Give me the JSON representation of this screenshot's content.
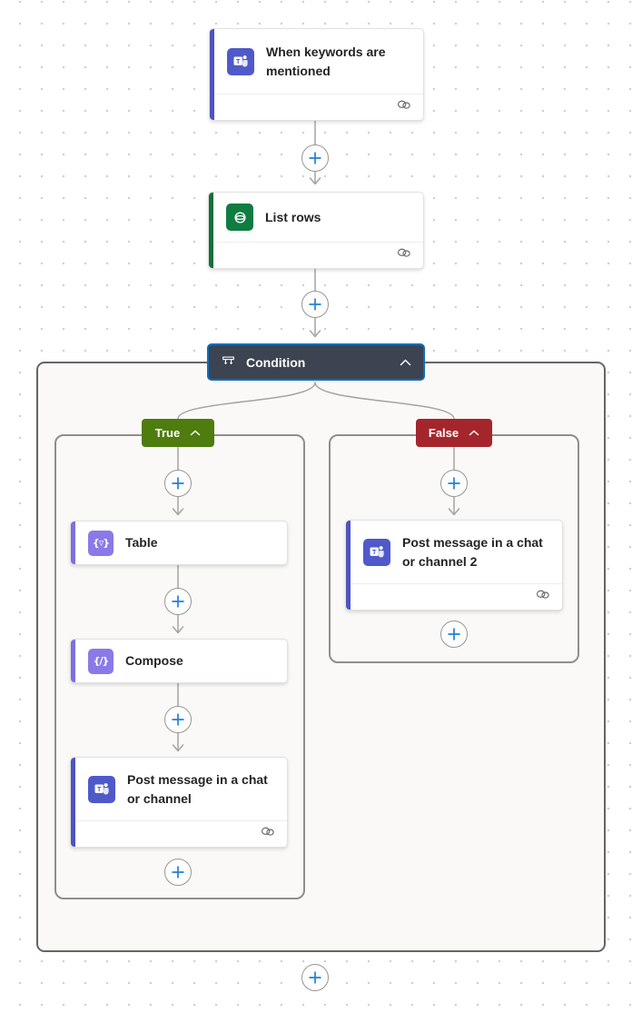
{
  "flow": {
    "trigger": {
      "title": "When keywords are mentioned"
    },
    "list_rows": {
      "title": "List rows"
    },
    "condition": {
      "title": "Condition"
    },
    "true_branch": {
      "label": "True",
      "actions": [
        {
          "title": "Table",
          "glyph": "{▿}"
        },
        {
          "title": "Compose",
          "glyph": "{/}"
        },
        {
          "title": "Post message in a chat or channel"
        }
      ]
    },
    "false_branch": {
      "label": "False",
      "actions": [
        {
          "title": "Post message in a chat or channel 2"
        }
      ]
    }
  },
  "icons": {
    "trigger": "teams-icon",
    "list_rows": "dataverse-icon",
    "condition": "condition-branch-icon",
    "table": "data-operation-braces-icon",
    "compose": "data-operation-braces-icon",
    "post_message": "teams-icon",
    "connection_footer": "link-icon",
    "insert_action": "plus-icon",
    "collapse": "chevron-up-icon",
    "flow_direction": "arrow-down-icon"
  },
  "colors": {
    "selected_outline": "#0f6cbd",
    "teams_purple": "#5059c9",
    "dataverse_green": "#107c41",
    "data_operation_purple": "#8a7ae8",
    "true_green": "#4e7c0e",
    "false_red": "#a4262c",
    "condition_header": "#3b4450",
    "connector_line": "#a6a4a2",
    "plus_blue": "#2180d4",
    "scope_border": "#67655f",
    "branch_border": "#908e8c"
  }
}
